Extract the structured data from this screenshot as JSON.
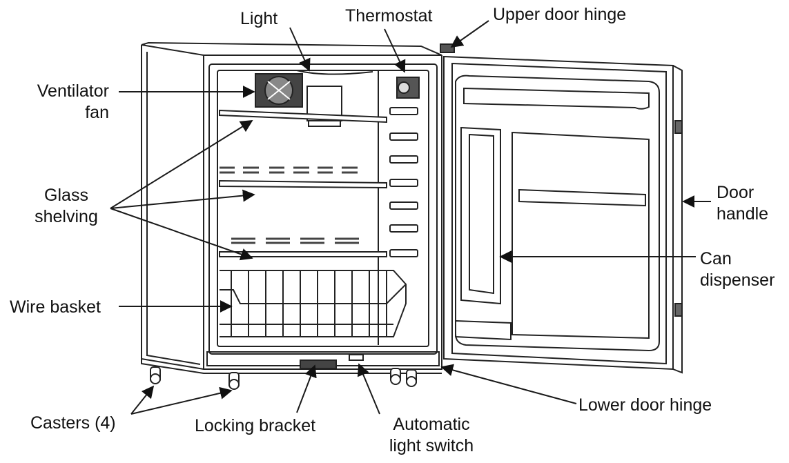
{
  "labels": {
    "light": "Light",
    "thermostat": "Thermostat",
    "upper_door_hinge": "Upper door hinge",
    "ventilator_fan": [
      "Ventilator",
      "fan"
    ],
    "glass_shelving": [
      "Glass",
      "shelving"
    ],
    "door_handle": [
      "Door",
      "handle"
    ],
    "can_dispenser": [
      "Can",
      "dispenser"
    ],
    "wire_basket": "Wire basket",
    "casters": "Casters (4)",
    "locking_bracket": "Locking bracket",
    "automatic_light_switch": [
      "Automatic",
      "light switch"
    ],
    "lower_door_hinge": "Lower door hinge"
  },
  "colors": {
    "line": "#1a1a1a",
    "text": "#111111"
  }
}
